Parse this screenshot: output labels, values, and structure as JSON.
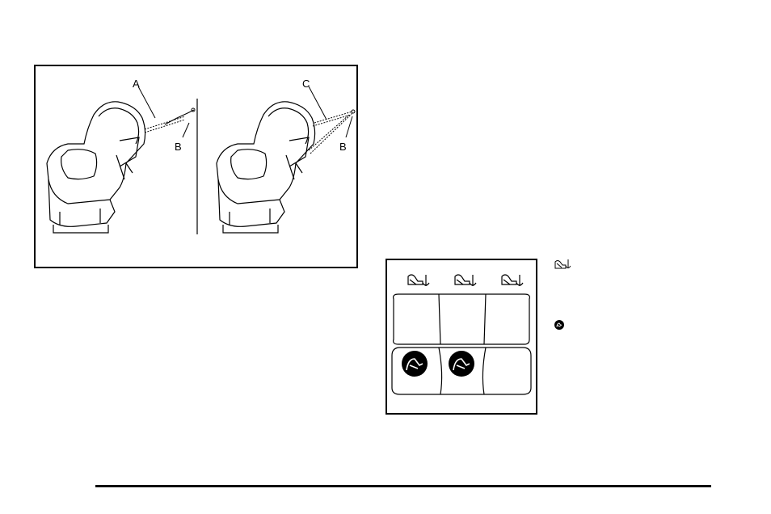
{
  "figure_1": {
    "callout_a": "A",
    "callout_b_left": "B",
    "callout_c": "C",
    "callout_b_right": "B"
  },
  "figure_2": {
    "rows": 2,
    "columns": 3,
    "tether_symbol_positions": [
      1,
      2,
      3
    ],
    "lower_anchor_symbol_positions": [
      1,
      2
    ]
  },
  "legend": [
    {
      "icon": "top-tether-anchor-icon",
      "text": ""
    },
    {
      "icon": "lower-anchor-icon",
      "text": ""
    }
  ]
}
